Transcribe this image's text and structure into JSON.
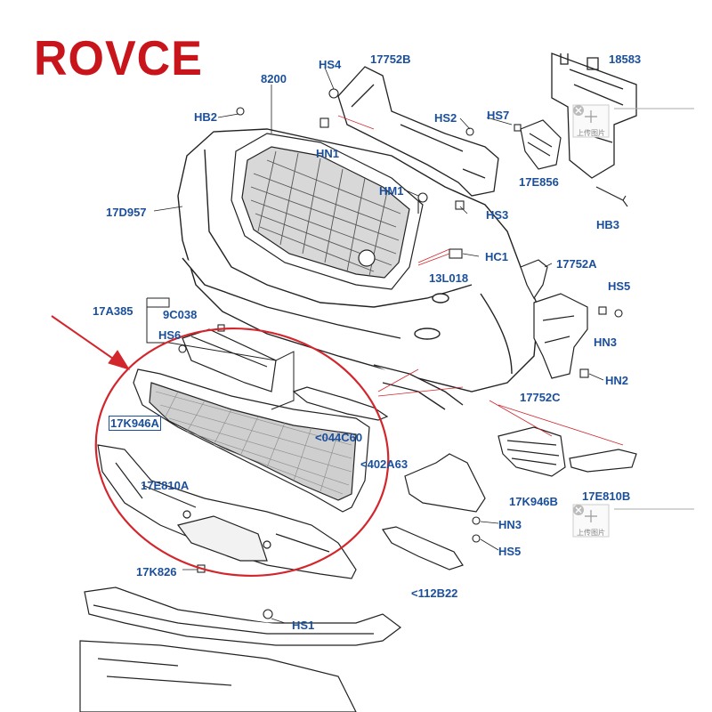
{
  "brand": {
    "logo_text": "ROVCE",
    "color": "#c8151b"
  },
  "accent": {
    "label_color": "#1a4f9c",
    "highlight_color": "#d3262c"
  },
  "labels": {
    "hs4": "HS4",
    "p17752b": "17752B",
    "p18583": "18583",
    "p8200": "8200",
    "hb2": "HB2",
    "hs2": "HS2",
    "hs7": "HS7",
    "hn1": "HN1",
    "p17e856": "17E856",
    "hm1": "HM1",
    "hs3": "HS3",
    "hb3": "HB3",
    "p17d957": "17D957",
    "hc1": "HC1",
    "p17752a": "17752A",
    "p13l018": "13L018",
    "hs5_upper": "HS5",
    "p17a385": "17A385",
    "p9c038": "9C038",
    "hn3_upper": "HN3",
    "hs6": "HS6",
    "hn2": "HN2",
    "p17752c": "17752C",
    "p17k946a": "17K946A",
    "p044c60": "<044C60",
    "p402a63": "<402A63",
    "p17k946b": "17K946B",
    "p17e810b": "17E810B",
    "p17e810a": "17E810A",
    "hn3_lower": "HN3",
    "hs5_lower": "HS5",
    "p17k826": "17K826",
    "p112b22": "<112B22",
    "hs1": "HS1"
  },
  "upload_placeholders": [
    {
      "icon": "upload-plus-icon",
      "caption": "上传图片"
    },
    {
      "icon": "upload-plus-icon",
      "caption": "上传图片"
    }
  ]
}
